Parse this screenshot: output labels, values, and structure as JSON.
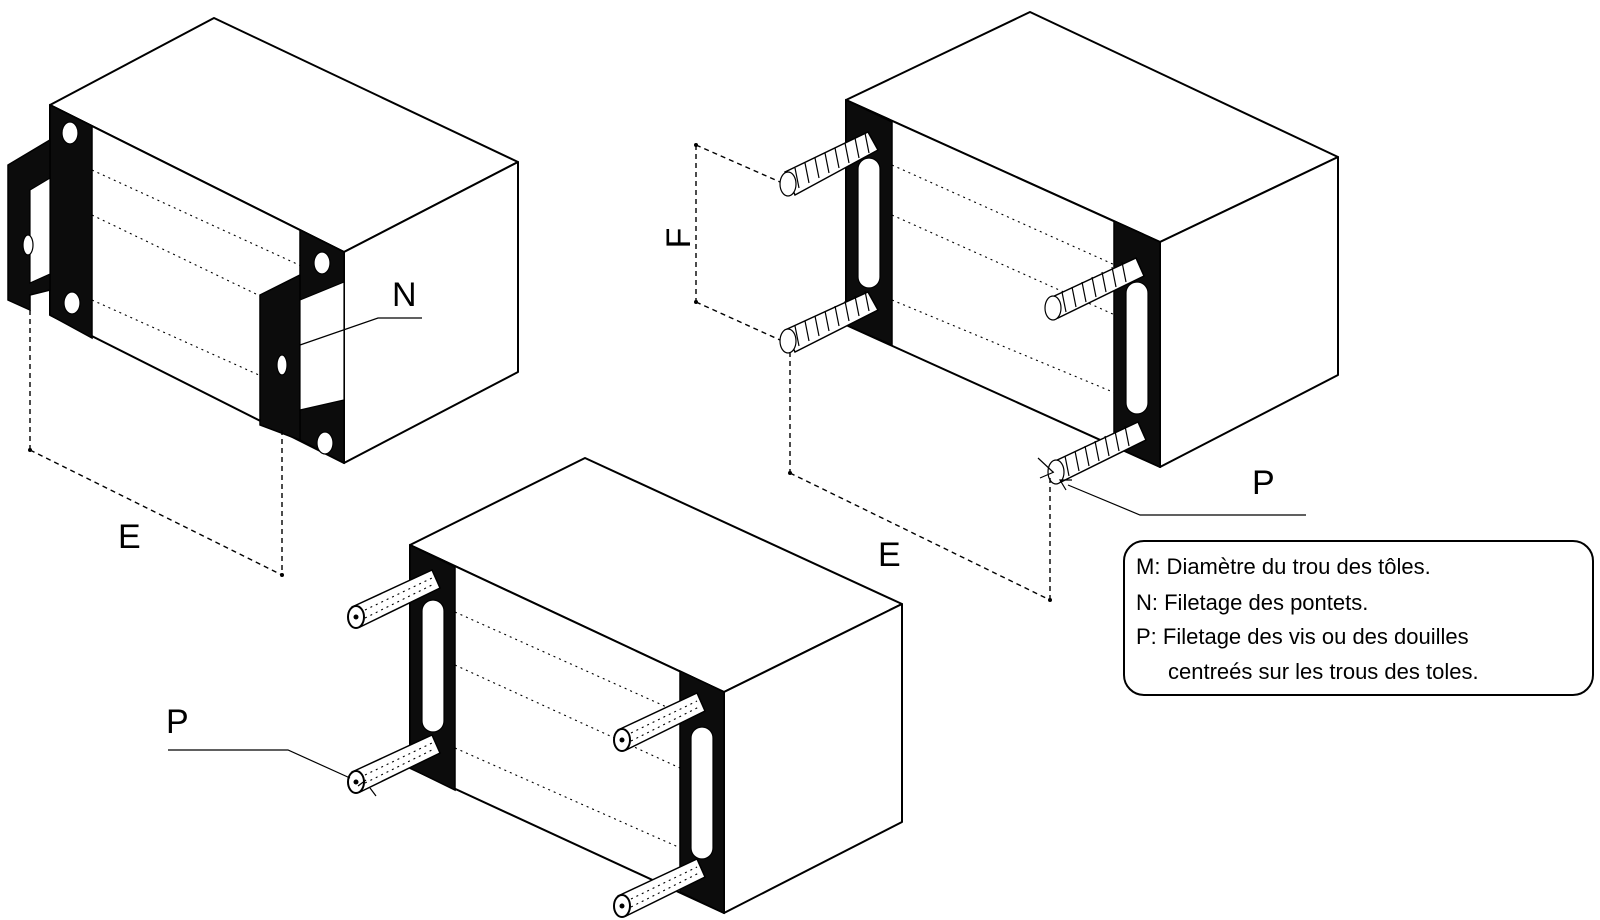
{
  "labels": {
    "n_left": "N",
    "e_left": "E",
    "f_right": "F",
    "e_right": "E",
    "p_right": "P",
    "p_bottom": "P"
  },
  "legend": {
    "line_m": "M: Diamètre du trou des tôles.",
    "line_n": "N: Filetage des pontets.",
    "line_p1": "P: Filetage des vis ou des douilles",
    "line_p2": "centreés sur les trous des toles."
  }
}
